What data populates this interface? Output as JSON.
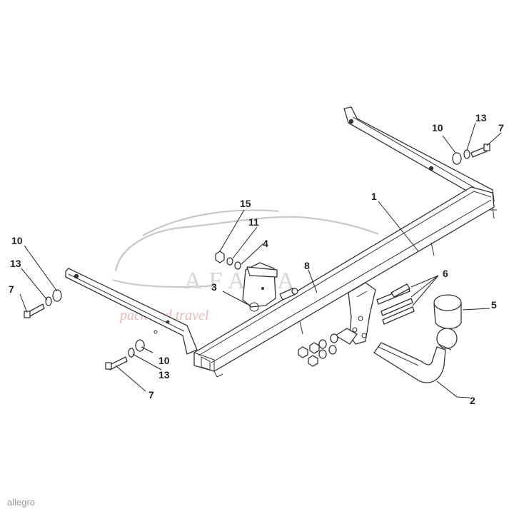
{
  "watermark": {
    "brand": "AFAKA",
    "tagline": "pack and travel"
  },
  "footer": {
    "source": "allegro"
  },
  "callouts": {
    "c1": "1",
    "c2": "2",
    "c3": "3",
    "c4": "4",
    "c5": "5",
    "c6": "6",
    "c7_left": "7",
    "c7_bottom": "7",
    "c7_right": "7",
    "c8": "8",
    "c10_left": "10",
    "c10_bottom": "10",
    "c10_right": "10",
    "c11": "11",
    "c13_left": "13",
    "c13_bottom": "13",
    "c13_right": "13",
    "c15": "15"
  }
}
